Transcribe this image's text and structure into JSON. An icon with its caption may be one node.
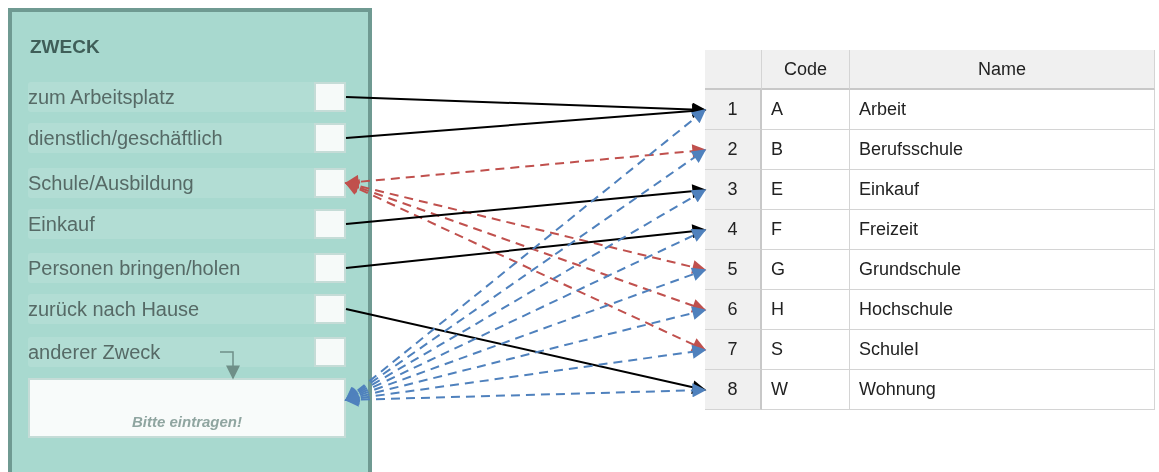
{
  "diagram": {
    "nodes": [
      {
        "text": [
          "ZWECK"
        ]
      },
      {
        "text": [
          "zum Arbeitsplatz"
        ],
        "in": 0
      },
      {
        "text": [
          "dienstlich/geschäftlich"
        ],
        "in": 0
      },
      {
        "text": [
          "Schule/Ausbildung"
        ],
        "in": 0
      },
      {
        "text": [
          "Einkauf"
        ],
        "in": 0
      },
      {
        "text": [
          "Personen bringen/holen"
        ],
        "in": 0
      },
      {
        "text": [
          "zurück nach Hause"
        ],
        "in": 0
      },
      {
        "text": [
          "anderer Zweck"
        ],
        "in": 0
      },
      {
        "text": [
          "Bitte eintragen!"
        ],
        "in": 0
      },
      {
        "text": [
          "1"
        ]
      },
      {
        "text": [
          "2"
        ]
      },
      {
        "text": [
          "3"
        ]
      },
      {
        "text": [
          "4"
        ]
      },
      {
        "text": [
          "5"
        ]
      },
      {
        "text": [
          "6"
        ]
      },
      {
        "text": [
          "7"
        ]
      },
      {
        "text": [
          "8"
        ]
      }
    ],
    "edges": [
      {
        "from": 1,
        "to": 9,
        "arrow": "to",
        "color": "#000000"
      },
      {
        "from": 2,
        "to": 9,
        "arrow": "to",
        "color": "#000000"
      },
      {
        "from": 3,
        "to": 10,
        "arrow": "both",
        "style": "dashed",
        "color": "#c0504d"
      },
      {
        "from": 3,
        "to": 13,
        "arrow": "both",
        "style": "dashed",
        "color": "#c0504d"
      },
      {
        "from": 3,
        "to": 14,
        "arrow": "both",
        "style": "dashed",
        "color": "#c0504d"
      },
      {
        "from": 3,
        "to": 15,
        "arrow": "both",
        "style": "dashed",
        "color": "#c0504d"
      },
      {
        "from": 4,
        "to": 11,
        "arrow": "to",
        "color": "#000000"
      },
      {
        "from": 5,
        "to": 12,
        "arrow": "to",
        "color": "#000000"
      },
      {
        "from": 6,
        "to": 16,
        "arrow": "to",
        "color": "#000000"
      },
      {
        "from": 8,
        "to": 9,
        "arrow": "both",
        "style": "dashed",
        "color": "#4f81bd"
      },
      {
        "from": 8,
        "to": 10,
        "arrow": "both",
        "style": "dashed",
        "color": "#4f81bd"
      },
      {
        "from": 8,
        "to": 11,
        "arrow": "both",
        "style": "dashed",
        "color": "#4f81bd"
      },
      {
        "from": 8,
        "to": 12,
        "arrow": "both",
        "style": "dashed",
        "color": "#4f81bd"
      },
      {
        "from": 8,
        "to": 13,
        "arrow": "both",
        "style": "dashed",
        "color": "#4f81bd"
      },
      {
        "from": 8,
        "to": 14,
        "arrow": "both",
        "style": "dashed",
        "color": "#4f81bd"
      },
      {
        "from": 8,
        "to": 15,
        "arrow": "both",
        "style": "dashed",
        "color": "#4f81bd"
      },
      {
        "from": 8,
        "to": 16,
        "arrow": "both",
        "style": "dashed",
        "color": "#4f81bd"
      },
      {
        "from": 7,
        "to": 8,
        "arrow": "to",
        "color": "#6f8f88"
      }
    ],
    "labels": [
      "Code",
      "Name",
      "A",
      "Arbeit",
      "B",
      "Berufsschule",
      "E",
      "Einkauf",
      "F",
      "Freizeit",
      "G",
      "Grundschule",
      "H",
      "Hochschule",
      "S",
      "SchuleI",
      "W",
      "Wohnung"
    ]
  }
}
